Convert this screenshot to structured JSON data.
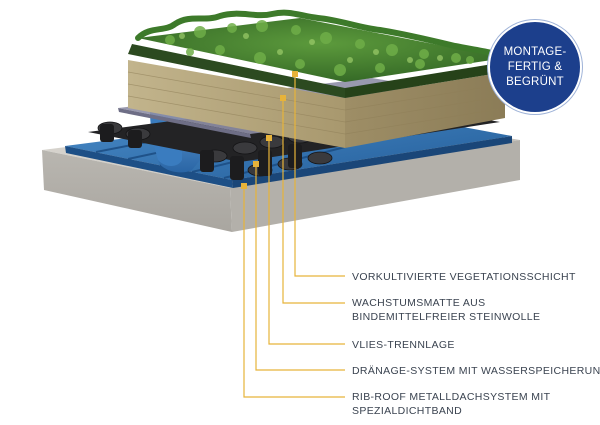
{
  "badge": {
    "lines": [
      "MONTAGE-",
      "FERTIG &",
      "BEGRÜNT"
    ],
    "color": "#1c3f8c"
  },
  "leader_color": "#e7b33a",
  "labels": [
    {
      "lines": [
        "VORKULTIVIERTE VEGETATIONSSCHICHT"
      ]
    },
    {
      "lines": [
        "WACHSTUMSMATTE AUS",
        "BINDEMITTELFREIER STEINWOLLE"
      ]
    },
    {
      "lines": [
        "VLIES-TRENNLAGE"
      ]
    },
    {
      "lines": [
        "DRÄNAGE-SYSTEM MIT WASSERSPEICHERUNG"
      ]
    },
    {
      "lines": [
        "RIB-ROOF METALLDACHSYSTEM MIT",
        "SPEZIALDICHTBAND"
      ]
    }
  ],
  "layer_colors": {
    "vegetation": "#3f7f2e",
    "stone_wool": "#b5a57c",
    "fleece": "#8e8ea6",
    "drainage": "#2b2b2d",
    "metal_roof": "#2f73b5",
    "concrete": "#c9c6c0"
  }
}
